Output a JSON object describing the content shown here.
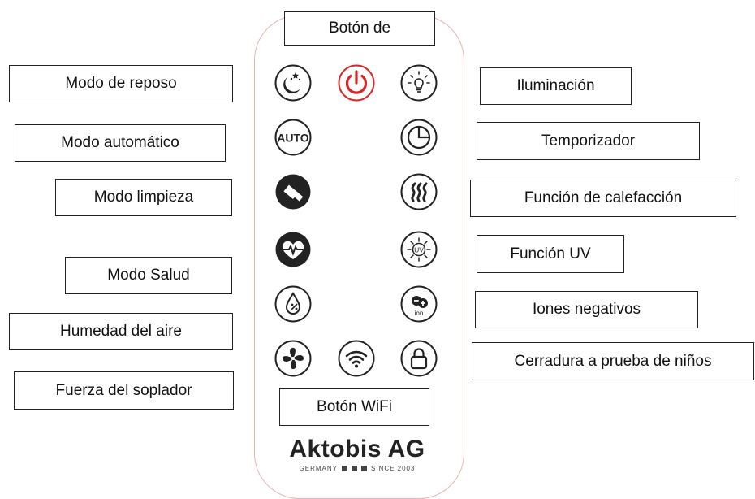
{
  "labels": {
    "power": "Botón de",
    "sleep": "Modo de reposo",
    "light": "Iluminación",
    "auto": "Modo automático",
    "timer": "Temporizador",
    "clean": "Modo limpieza",
    "heat": "Función de calefacción",
    "health": "Modo Salud",
    "uv": "Función UV",
    "ion": "Iones negativos",
    "humidity": "Humedad del aire",
    "lock": "Cerradura a prueba de niños",
    "fan": "Fuerza del soplador",
    "wifi": "Botón WiFi"
  },
  "button_text": {
    "auto": "AUTO",
    "uv": "UV",
    "ion": "ion"
  },
  "brand": {
    "name": "Aktobis AG",
    "country": "GERMANY",
    "since": "SINCE 2003"
  },
  "colors": {
    "power": "#d62828",
    "icon": "#222222",
    "remote_border": "#e8b4b4"
  }
}
